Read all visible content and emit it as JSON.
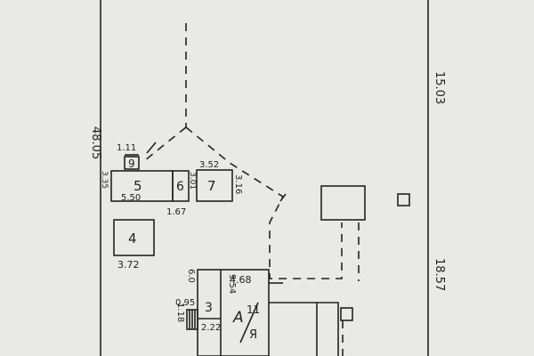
{
  "plot": {
    "dimensions": {
      "left_boundary": "48.05",
      "right_boundary_top": "15.03",
      "right_boundary_bottom": "18.57",
      "b9_width": "1.11",
      "b5_side": "3.35",
      "b5_length": "5.50",
      "b6_side": "3.01",
      "b6_bottom": "1.67",
      "b7_top": "3.52",
      "b7_side": "3.16",
      "b4_width": "3.72",
      "house_width": "4.68",
      "house_side_left": "6.0",
      "house_side_inner": "9.54",
      "b3_width": "2.22",
      "stair_width": "0.95",
      "stair_height": "1.18",
      "fraction_num": "11",
      "fraction_den": "Я"
    },
    "buildings": {
      "b3": "3",
      "b4": "4",
      "b5": "5",
      "b6": "6",
      "b7": "7",
      "b9": "9",
      "house": "А"
    }
  }
}
